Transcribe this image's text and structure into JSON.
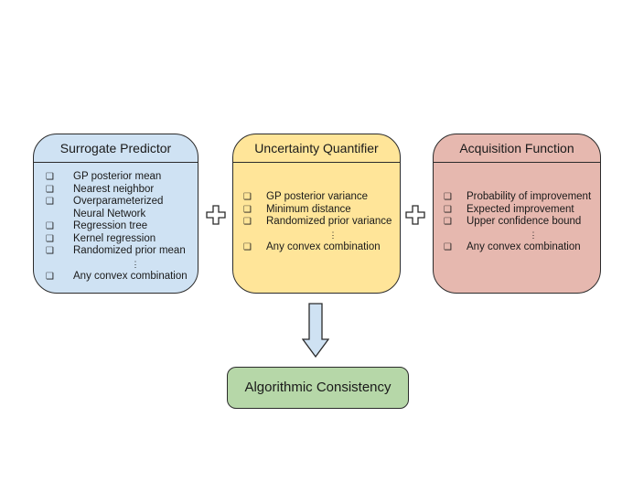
{
  "surrogate": {
    "title": "Surrogate Predictor",
    "items": [
      "GP posterior mean",
      "Nearest neighbor",
      "Overparameterized",
      "Neural Network",
      "Regression tree",
      "Kernel regression",
      "Randomized prior mean",
      "Any convex combination"
    ]
  },
  "uncertainty": {
    "title": "Uncertainty Quantifier",
    "items": [
      "GP posterior variance",
      "Minimum distance",
      "Randomized prior variance",
      "Any convex combination"
    ]
  },
  "acquisition": {
    "title": "Acquisition Function",
    "items": [
      "Probability of improvement",
      "Expected improvement",
      "Upper confidence bound",
      "Any convex combination"
    ]
  },
  "result": {
    "label": "Algorithmic Consistency"
  },
  "glyphs": {
    "bullet": "❑",
    "ellipsis": "⋮"
  },
  "colors": {
    "surrogate_fill": "#cfe2f3",
    "uncertainty_fill": "#ffe599",
    "acquisition_fill": "#e6b8af",
    "result_fill": "#b6d7a8",
    "arrow_fill": "#cfe2f3"
  }
}
